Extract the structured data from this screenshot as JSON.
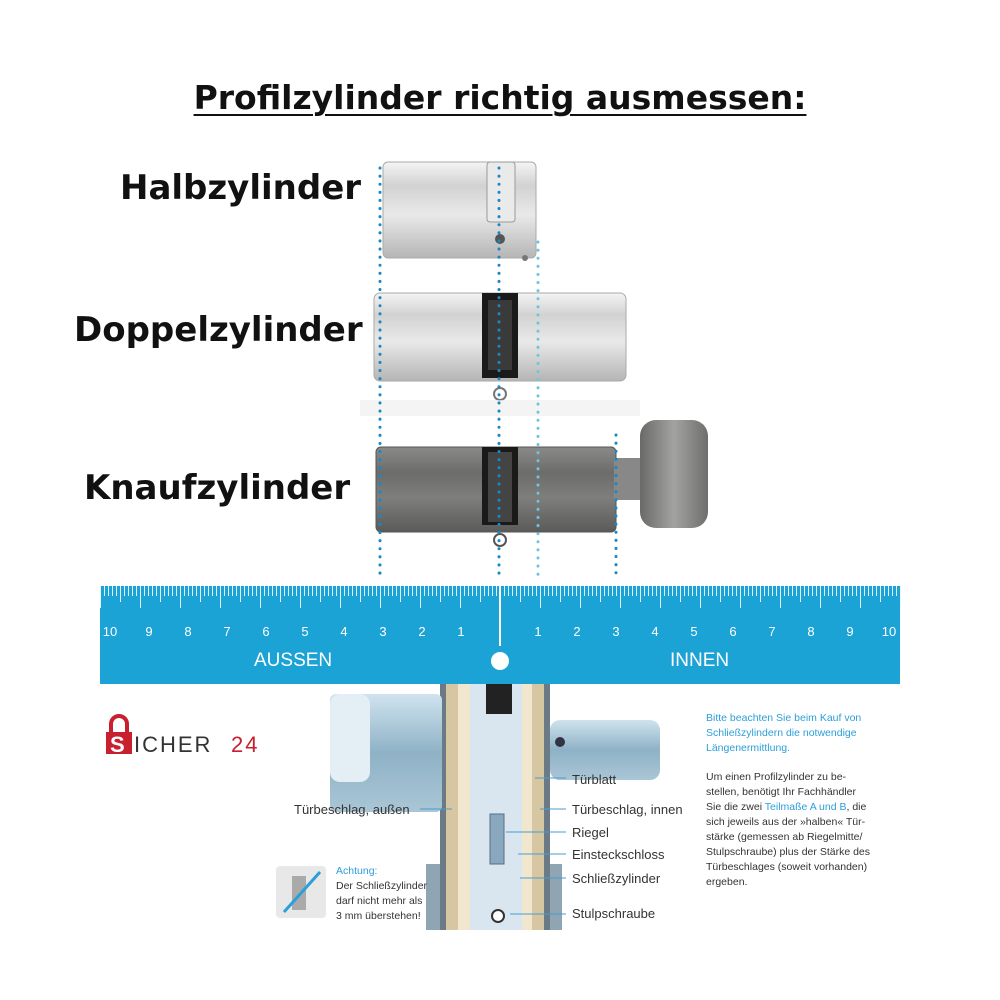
{
  "title": "Profilzylinder richtig ausmessen:",
  "cylinders": [
    "Halbzylinder",
    "Doppelzylinder",
    "Knaufzylinder"
  ],
  "ruler": {
    "left_numbers": [
      "10",
      "9",
      "8",
      "7",
      "6",
      "5",
      "4",
      "3",
      "2",
      "1"
    ],
    "right_numbers": [
      "1",
      "2",
      "3",
      "4",
      "5",
      "6",
      "7",
      "8",
      "9",
      "10"
    ],
    "left_label": "AUSSEN",
    "right_label": "INNEN"
  },
  "brand": {
    "prefix": "S",
    "rest": "ICHER",
    "number": "24"
  },
  "door_labels": {
    "left": "Türbeschlag, außen",
    "right": [
      "Türblatt",
      "Türbeschlag, innen",
      "Riegel",
      "Einsteckschloss",
      "Schließzylinder",
      "Stulpschraube"
    ]
  },
  "warning": {
    "heading": "Achtung:",
    "lines": [
      "Der Schließzylinder",
      "darf nicht mehr als",
      "3 mm überstehen!"
    ]
  },
  "info": {
    "heading_lines": [
      "Bitte beachten Sie beim Kauf von",
      "Schließzylindern die notwendige",
      "Längenermittlung."
    ],
    "body_lines": [
      "Um einen Profilzylinder zu be-",
      "stellen, benötigt Ihr Fachhändler"
    ],
    "line3_pre": "Sie die zwei ",
    "line3_blue": "Teilmaße A und B",
    "line3_post": ", die",
    "body_lines2": [
      "sich jeweils aus der »halben« Tür-",
      "stärke (gemessen ab Riegelmitte/",
      "Stulpschraube) plus der Stärke des",
      "Türbeschlages (soweit vorhanden)",
      "ergeben."
    ]
  },
  "colors": {
    "ruler": "#1ba3d6",
    "brand_red": "#c8202f",
    "accent_blue": "#2b9fd8"
  }
}
